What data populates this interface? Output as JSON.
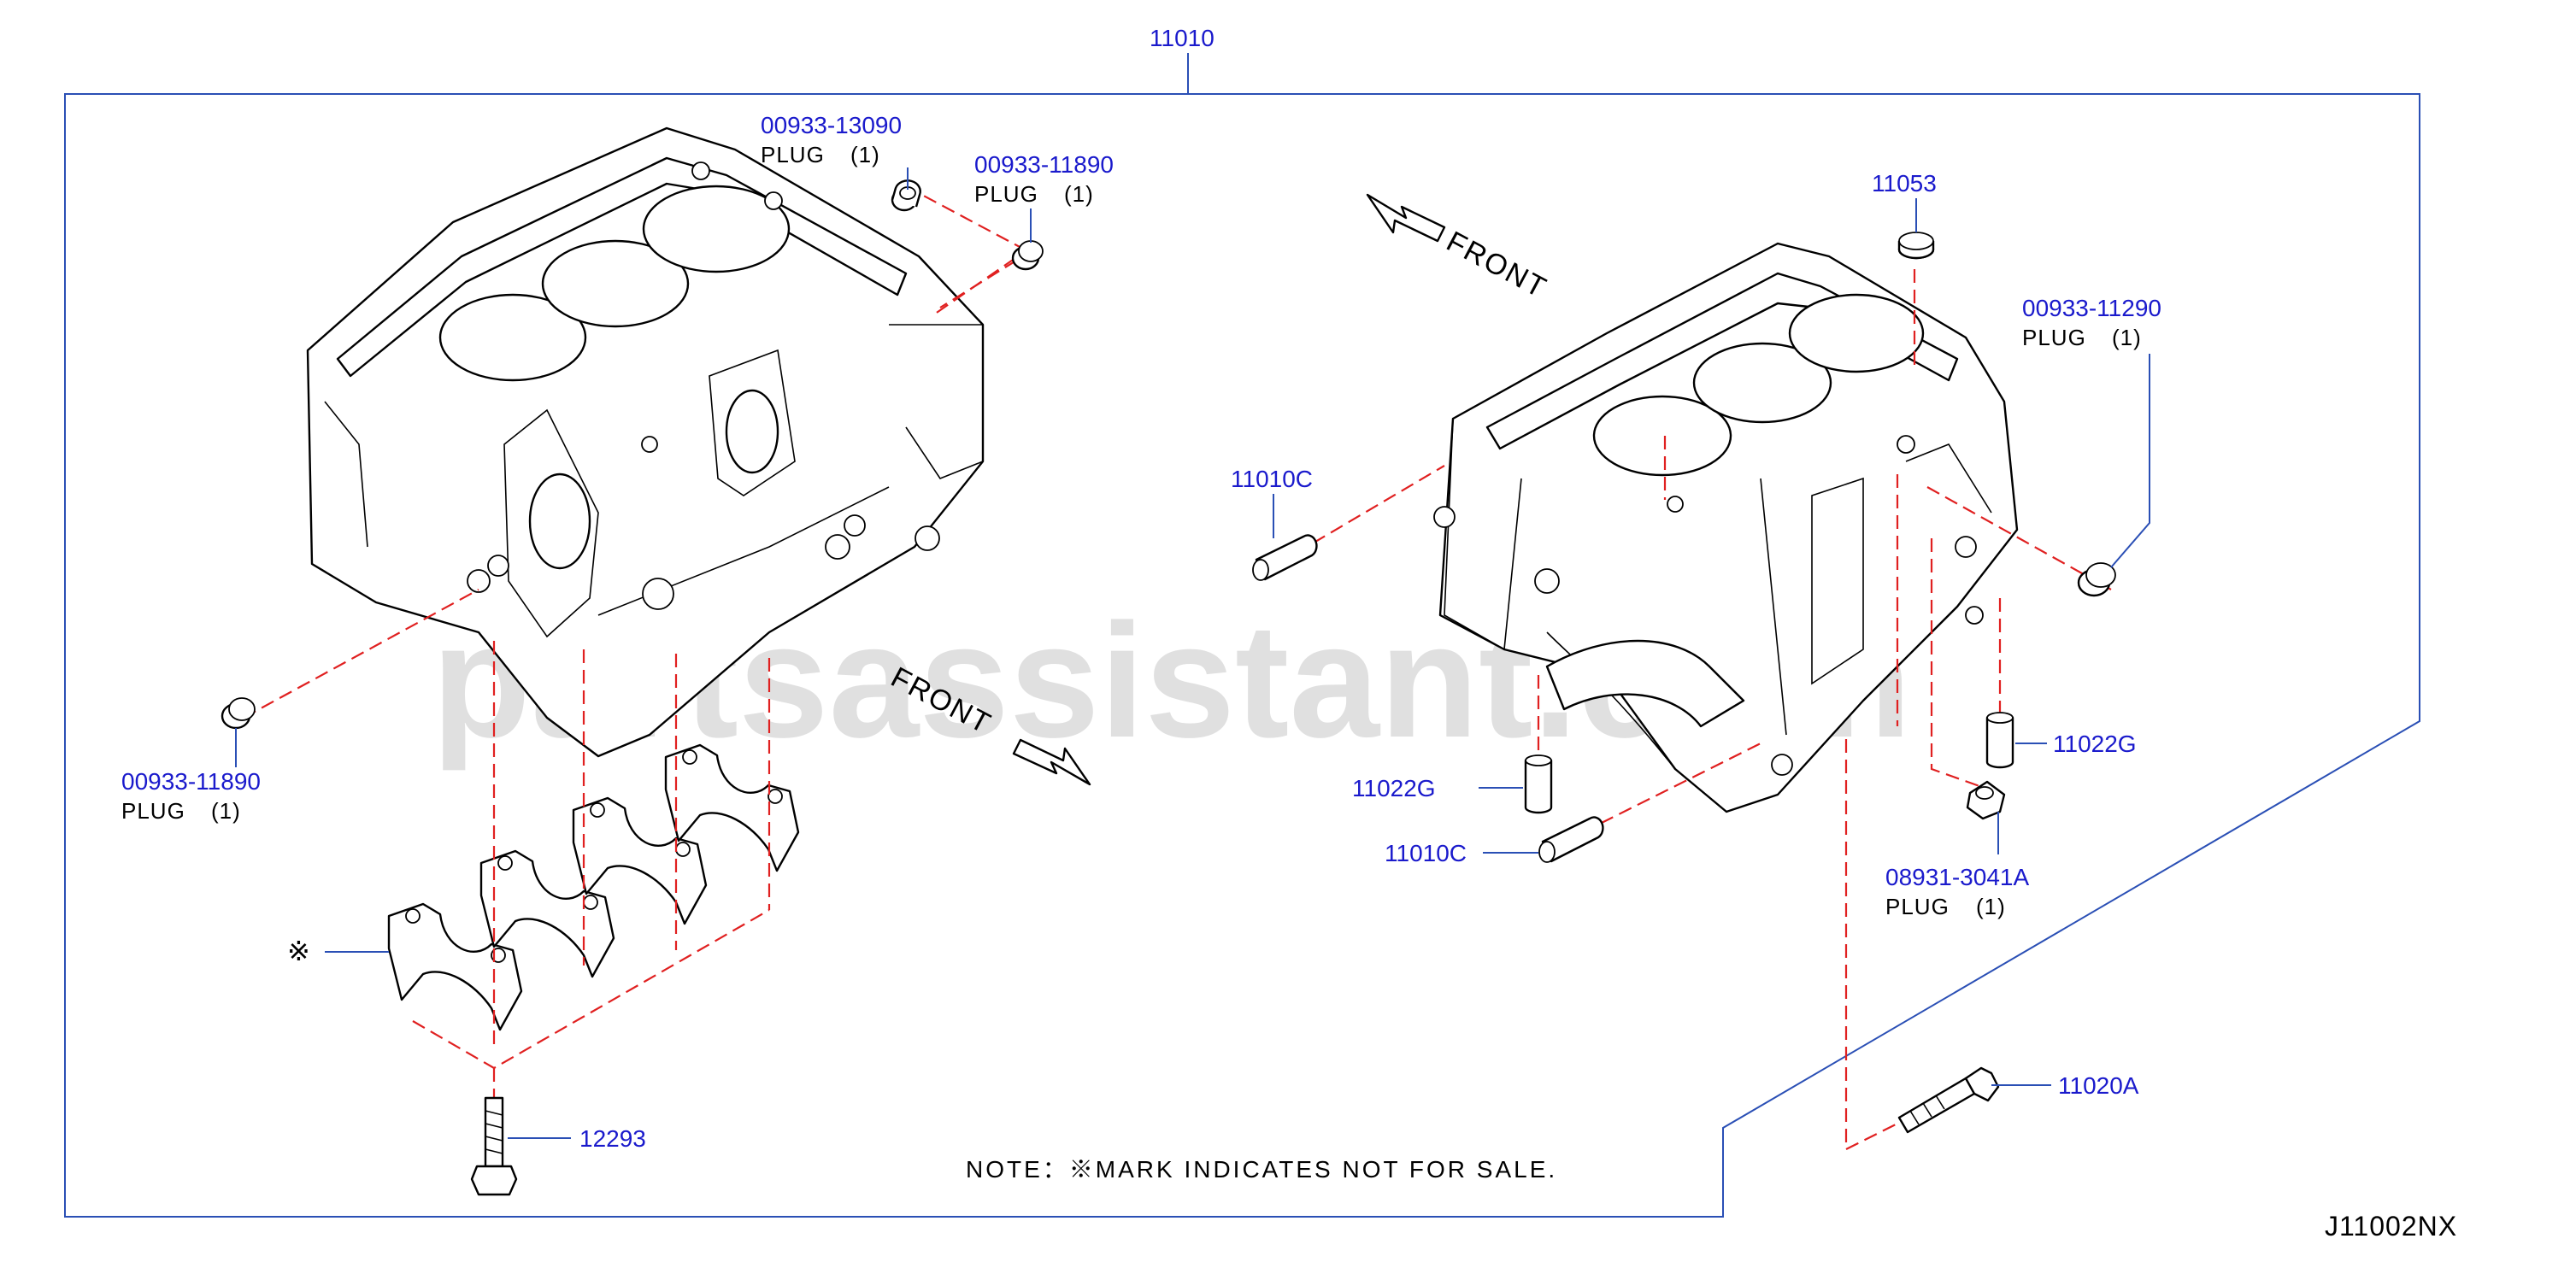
{
  "watermark": "partsassistant.com",
  "assembly_number": "11010",
  "diagram_code": "J11002NX",
  "note": "NOTE：※MARK  INDICATES  NOT  FOR  SALE.",
  "front_label": "FRONT",
  "not_for_sale_mark": "※",
  "callouts": {
    "plug_13090": {
      "number": "00933-13090",
      "desc": "PLUG",
      "qty": "(1)"
    },
    "plug_11890_top": {
      "number": "00933-11890",
      "desc": "PLUG",
      "qty": "(1)"
    },
    "plug_11890_left": {
      "number": "00933-11890",
      "desc": "PLUG",
      "qty": "(1)"
    },
    "plug_11290": {
      "number": "00933-11290",
      "desc": "PLUG",
      "qty": "(1)"
    },
    "plug_3041a": {
      "number": "08931-3041A",
      "desc": "PLUG",
      "qty": "(1)"
    },
    "p11053": {
      "number": "11053"
    },
    "p11010c_a": {
      "number": "11010C"
    },
    "p11010c_b": {
      "number": "11010C"
    },
    "p11022g_a": {
      "number": "11022G"
    },
    "p11022g_b": {
      "number": "11022G"
    },
    "p11020a": {
      "number": "11020A"
    },
    "p12293": {
      "number": "12293"
    }
  },
  "colors": {
    "frame": "#2a4fb5",
    "callout_text": "#1a1acc",
    "dashed_leader": "#e02020"
  }
}
